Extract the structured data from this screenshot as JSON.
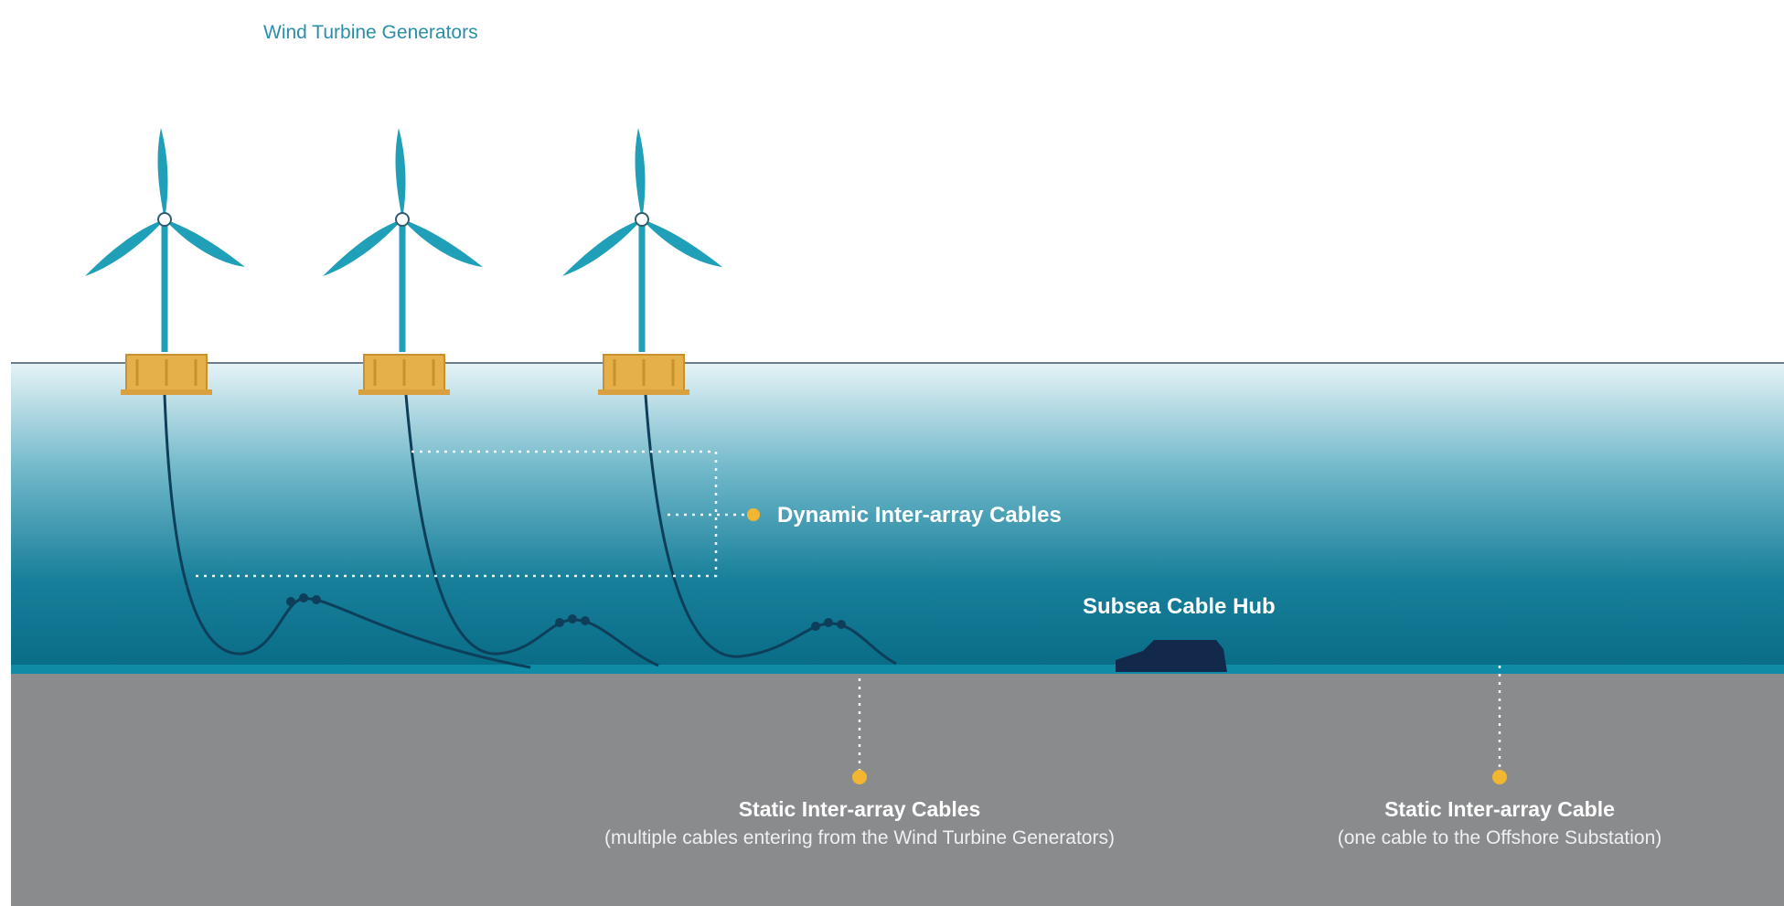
{
  "diagram": {
    "title": "Wind Turbine Generators",
    "labels": {
      "dynamic": "Dynamic Inter-array Cables",
      "hub": "Subsea Cable Hub",
      "static_multi_title": "Static Inter-array Cables",
      "static_multi_desc": "(multiple cables entering from the Wind Turbine Generators)",
      "static_single_title": "Static Inter-array Cable",
      "static_single_desc": "(one cable to the Offshore Substation)"
    },
    "colors": {
      "sky": "#ffffff",
      "sea_top": "#d6ecf1",
      "sea_bottom": "#0a6f8a",
      "seabed": "#8a8b8d",
      "turbine": "#1f9fb8",
      "platform": "#e5b04a",
      "cable": "#0e3f5a",
      "hub": "#13294b",
      "marker": "#f2b631"
    },
    "turbine_count": 3
  }
}
